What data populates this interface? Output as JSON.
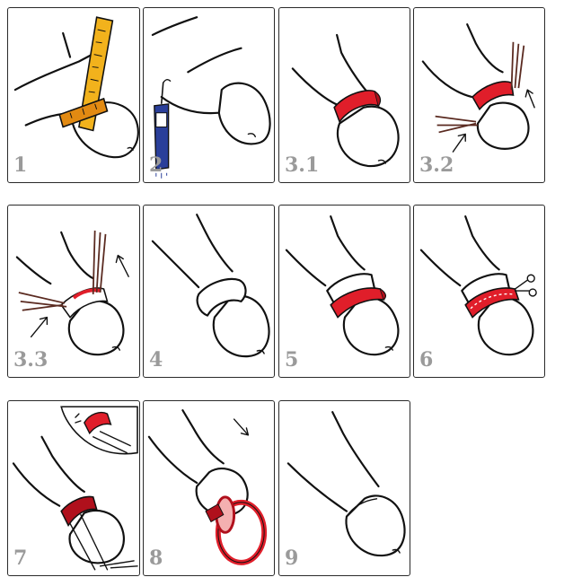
{
  "colors": {
    "ink": "#111111",
    "ring_red": "#e01e2a",
    "ring_dark_red": "#b0101c",
    "tape_yellow": "#f2b21c",
    "tape_orange": "#e28a12",
    "pen_blue": "#2a3f9a",
    "label_gray": "#9a9a9a"
  },
  "panels": [
    {
      "label": "1",
      "scene": "measuring-tape"
    },
    {
      "label": "2",
      "scene": "marker-pen"
    },
    {
      "label": "3.1",
      "scene": "red-ring-placed"
    },
    {
      "label": "3.2",
      "scene": "threads-pulled"
    },
    {
      "label": "3.3",
      "scene": "threads-tightened"
    },
    {
      "label": "4",
      "scene": "ring-rolled"
    },
    {
      "label": "5",
      "scene": "outer-ring-placed"
    },
    {
      "label": "6",
      "scene": "cutting-with-scissors"
    },
    {
      "label": "7",
      "scene": "removal-tool"
    },
    {
      "label": "8",
      "scene": "ring-removed"
    },
    {
      "label": "9",
      "scene": "final-result"
    }
  ]
}
